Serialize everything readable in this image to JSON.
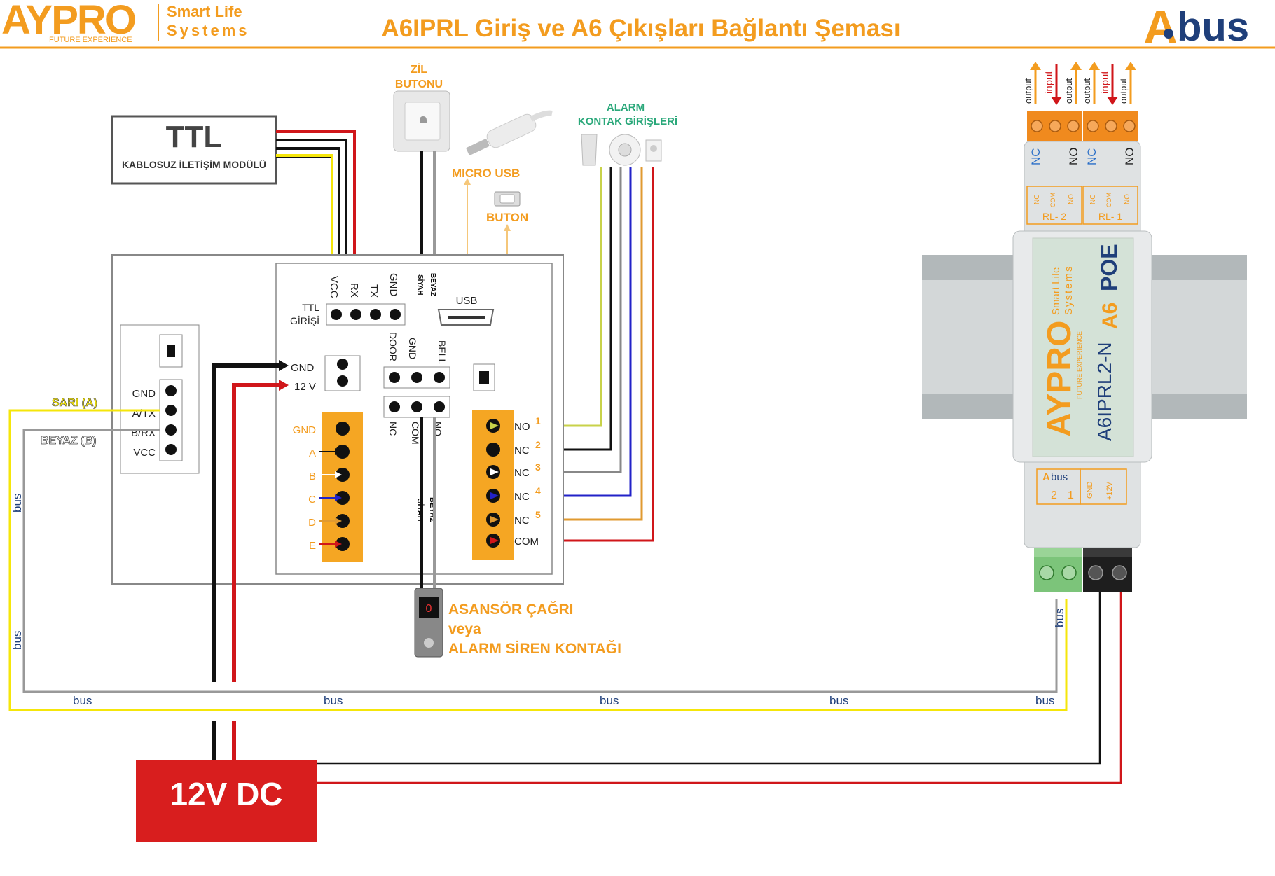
{
  "header": {
    "brand_left": "AYPRO",
    "brand_tagline": "FUTURE EXPERIENCE",
    "smart_line1": "Smart Life",
    "smart_line2": "Systems",
    "title": "A6IPRL Giriş ve A6 Çıkışları Bağlantı Şeması",
    "brand_right_a": "A",
    "brand_right_bus": "bus"
  },
  "ttl_module": {
    "title": "TTL",
    "subtitle": "KABLOSUZ İLETİŞİM MODÜLÜ"
  },
  "bell_button": {
    "label_line1": "ZİL",
    "label_line2": "BUTONU"
  },
  "micro_usb": {
    "label": "MICRO USB"
  },
  "buton": {
    "label": "BUTON"
  },
  "alarm": {
    "label_line1": "ALARM",
    "label_line2": "KONTAK GİRİŞLERİ"
  },
  "board": {
    "ttl_pins": [
      "VCC",
      "RX",
      "TX",
      "GND"
    ],
    "ttl_label_line1": "TTL",
    "ttl_label_line2": "GİRİŞİ",
    "wire_siyah": "SİYAH",
    "wire_beyaz": "BEYAZ",
    "usb_label": "USB",
    "door_pins": [
      "DOOR",
      "GND",
      "BELL"
    ],
    "relay_pins": [
      "NC",
      "COM",
      "NO"
    ],
    "power_pins": [
      "GND",
      "12 V"
    ],
    "rs485_pins": [
      "GND",
      "A/TX",
      "B/RX",
      "VCC"
    ],
    "sari_label": "SARI (A)",
    "beyaz_label": "BEYAZ (B)",
    "wiegand_pins": [
      "GND",
      "A",
      "B",
      "C",
      "D",
      "E"
    ],
    "alarm_pins": [
      "NO",
      "NC",
      "NC",
      "NC",
      "NC",
      "COM"
    ],
    "alarm_numbers": [
      "1",
      "2",
      "3",
      "4",
      "5"
    ]
  },
  "elevator": {
    "line1": "ASANSÖR ÇAĞRI",
    "line2": "veya",
    "line3": "ALARM SİREN KONTAĞI"
  },
  "power_supply": {
    "label": "12V DC"
  },
  "bus_label": "bus",
  "module": {
    "arrow_labels": [
      "output",
      "input",
      "output",
      "output",
      "input",
      "output"
    ],
    "terminal_labels": [
      "NC",
      "NO",
      "NC",
      "NO"
    ],
    "relay_small": [
      "NC",
      "COM",
      "NO",
      "NC",
      "COM",
      "NO"
    ],
    "relay_names": [
      "RL- 2",
      "RL- 1"
    ],
    "brand": "AYPRO",
    "brand_tagline": "FUTURE EXPERIENCE",
    "smart_line1": "Smart Life",
    "smart_line2": "Systems",
    "model": "A6IPRL2-N",
    "a6": "A6",
    "poe": "POE",
    "bottom_bus": "bus",
    "bottom_a": "A",
    "bottom_nums": [
      "2",
      "1"
    ],
    "bottom_pins": [
      "GND",
      "+12V"
    ]
  }
}
